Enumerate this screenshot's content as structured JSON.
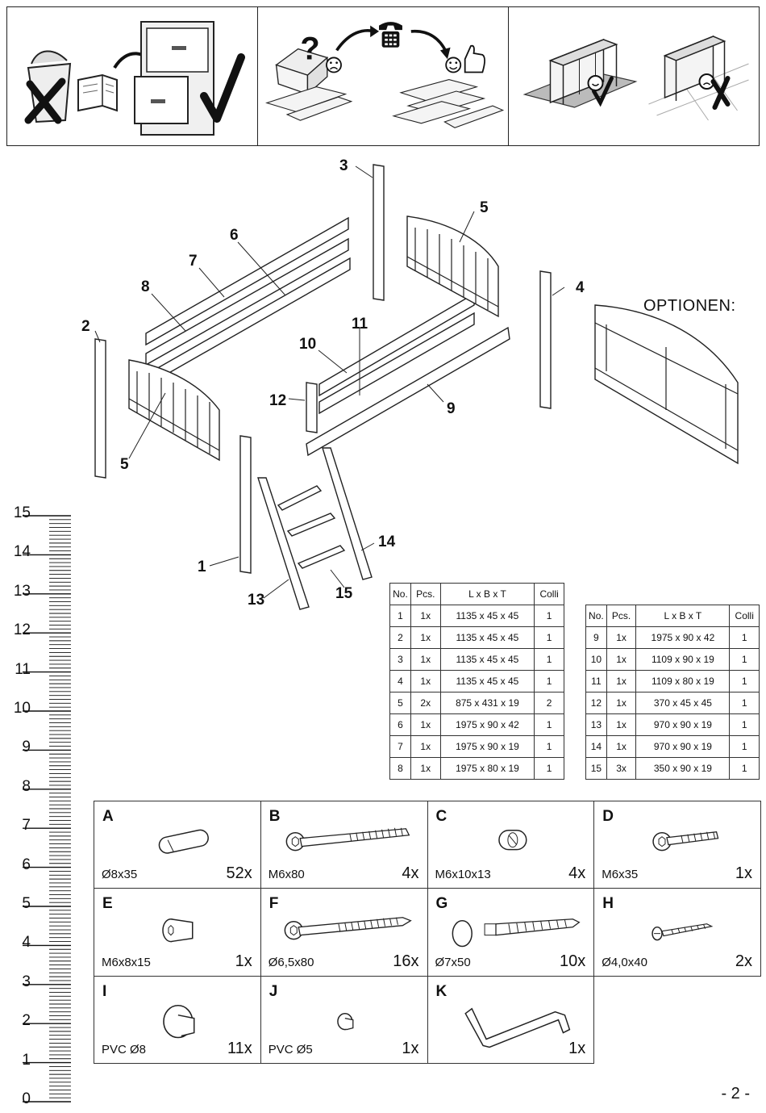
{
  "parts_labels": {
    "p1": "1",
    "p2": "2",
    "p3": "3",
    "p4": "4",
    "p5a": "5",
    "p5b": "5",
    "p6": "6",
    "p7": "7",
    "p8": "8",
    "p9": "9",
    "p10": "10",
    "p11": "11",
    "p12": "12",
    "p13": "13",
    "p14": "14",
    "p15": "15"
  },
  "options_label": "OPTIONEN:",
  "ruler_numbers": [
    "15",
    "14",
    "13",
    "12",
    "11",
    "10",
    "9",
    "8",
    "7",
    "6",
    "5",
    "4",
    "3",
    "2",
    "1",
    "0"
  ],
  "table_headers": [
    "No.",
    "Pcs.",
    "L x B x T",
    "Colli"
  ],
  "table_left": [
    [
      "1",
      "1x",
      "1135 x 45 x 45",
      "1"
    ],
    [
      "2",
      "1x",
      "1135 x 45 x 45",
      "1"
    ],
    [
      "3",
      "1x",
      "1135 x 45 x 45",
      "1"
    ],
    [
      "4",
      "1x",
      "1135 x 45 x 45",
      "1"
    ],
    [
      "5",
      "2x",
      "875 x 431 x 19",
      "2"
    ],
    [
      "6",
      "1x",
      "1975 x 90 x 42",
      "1"
    ],
    [
      "7",
      "1x",
      "1975 x 90 x 19",
      "1"
    ],
    [
      "8",
      "1x",
      "1975 x 80 x 19",
      "1"
    ]
  ],
  "table_right": [
    [
      "9",
      "1x",
      "1975 x 90 x 42",
      "1"
    ],
    [
      "10",
      "1x",
      "1109 x 90 x 19",
      "1"
    ],
    [
      "11",
      "1x",
      "1109 x 80 x 19",
      "1"
    ],
    [
      "12",
      "1x",
      "370 x 45 x 45",
      "1"
    ],
    [
      "13",
      "1x",
      "970 x 90 x 19",
      "1"
    ],
    [
      "14",
      "1x",
      "970 x 90 x 19",
      "1"
    ],
    [
      "15",
      "3x",
      "350 x 90 x 19",
      "1"
    ]
  ],
  "hardware": [
    {
      "letter": "A",
      "spec": "Ø8x35",
      "qty": "52x",
      "icon": "wooden-dowel-icon"
    },
    {
      "letter": "B",
      "spec": "M6x80",
      "qty": "4x",
      "icon": "hex-bolt-long-icon"
    },
    {
      "letter": "C",
      "spec": "M6x10x13",
      "qty": "4x",
      "icon": "barrel-nut-icon"
    },
    {
      "letter": "D",
      "spec": "M6x35",
      "qty": "1x",
      "icon": "hex-bolt-short-icon"
    },
    {
      "letter": "E",
      "spec": "M6x8x15",
      "qty": "1x",
      "icon": "sleeve-nut-icon"
    },
    {
      "letter": "F",
      "spec": "Ø6,5x80",
      "qty": "16x",
      "icon": "wood-screw-icon"
    },
    {
      "letter": "G",
      "spec": "Ø7x50",
      "qty": "10x",
      "icon": "screw-with-cap-icon"
    },
    {
      "letter": "H",
      "spec": "Ø4,0x40",
      "qty": "2x",
      "icon": "small-screw-icon"
    },
    {
      "letter": "I",
      "spec": "PVC Ø8",
      "qty": "11x",
      "icon": "pvc-cap-large-icon"
    },
    {
      "letter": "J",
      "spec": "PVC Ø5",
      "qty": "1x",
      "icon": "pvc-cap-small-icon"
    },
    {
      "letter": "K",
      "spec": "",
      "qty": "1x",
      "icon": "allen-key-icon"
    }
  ],
  "page_number": "- 2 -"
}
